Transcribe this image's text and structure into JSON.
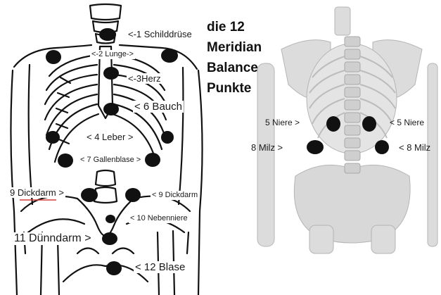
{
  "title": {
    "line1": "die 12",
    "line2": "Meridian",
    "line3": "Balance",
    "line4": "Punkte"
  },
  "labels": {
    "schilddruese": "<-1 Schilddrüse",
    "lunge": "<-2 Lunge->",
    "herz": "<-3Herz",
    "bauch": "< 6 Bauch",
    "leber": "< 4 Leber >",
    "gallenblase": "< 7 Gallenblase >",
    "dickdarm_left": "9 Dickdarm >",
    "dickdarm_right": "< 9 Dickdarm",
    "nebenniere": "< 10 Nebenniere",
    "duenndarm": "11 Dünndarm >",
    "blase": "< 12 Blase",
    "niere_left": "5 Niere >",
    "niere_right": "< 5 Niere",
    "milz_left": "8 Milz >",
    "milz_right": "< 8 Milz"
  },
  "colors": {
    "dot": "#111111",
    "line": "#111111",
    "bone": "#dcdcdc",
    "spelling_underline": "#d23b3b"
  }
}
